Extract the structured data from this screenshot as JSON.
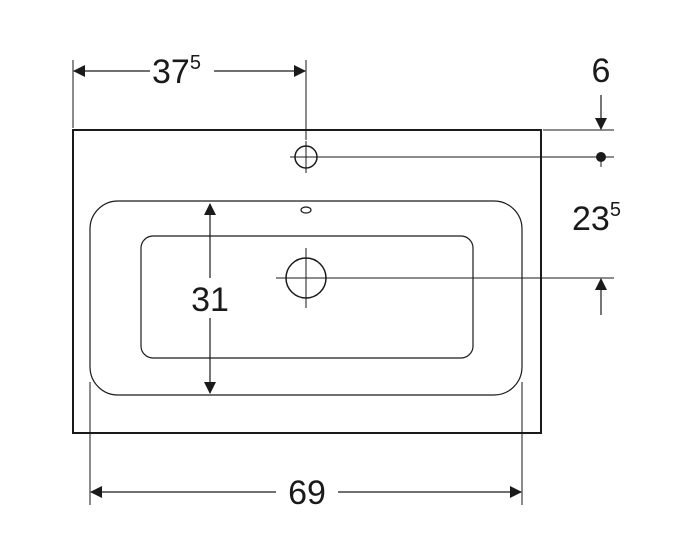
{
  "drawing": {
    "dimensions": {
      "hole_offset_left": {
        "main": "37",
        "sup": "5"
      },
      "top_offset": {
        "main": "6",
        "sup": ""
      },
      "hole_to_drain": {
        "main": "23",
        "sup": "5"
      },
      "bowl_depth": {
        "main": "31",
        "sup": ""
      },
      "bowl_width": {
        "main": "69",
        "sup": ""
      }
    }
  }
}
